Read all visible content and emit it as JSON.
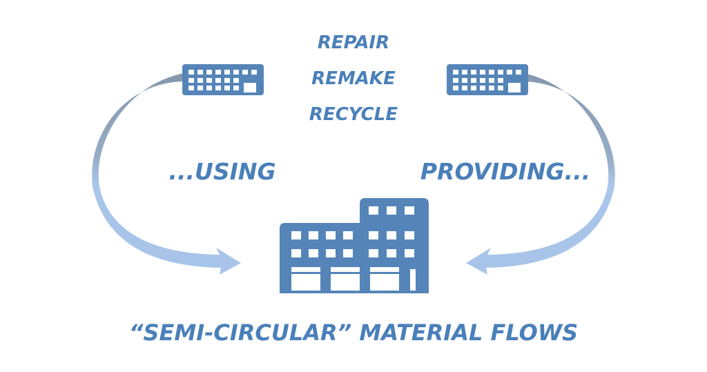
{
  "labels": {
    "center_steps": [
      "REPAIR",
      "REMAKE",
      "RECYCLE"
    ],
    "left_flow": "...USING",
    "right_flow": "PROVIDING...",
    "caption": "“SEMI-CIRCULAR” MATERIAL FLOWS"
  },
  "icons": {
    "small_building_left": "factory-icon",
    "small_building_right": "factory-icon",
    "central_building": "office-building-icon"
  },
  "colors": {
    "text": "#4a80b9",
    "icon": "#5585b8",
    "arrow_top": "#8497ad",
    "arrow_bottom": "#a7c4e8"
  }
}
